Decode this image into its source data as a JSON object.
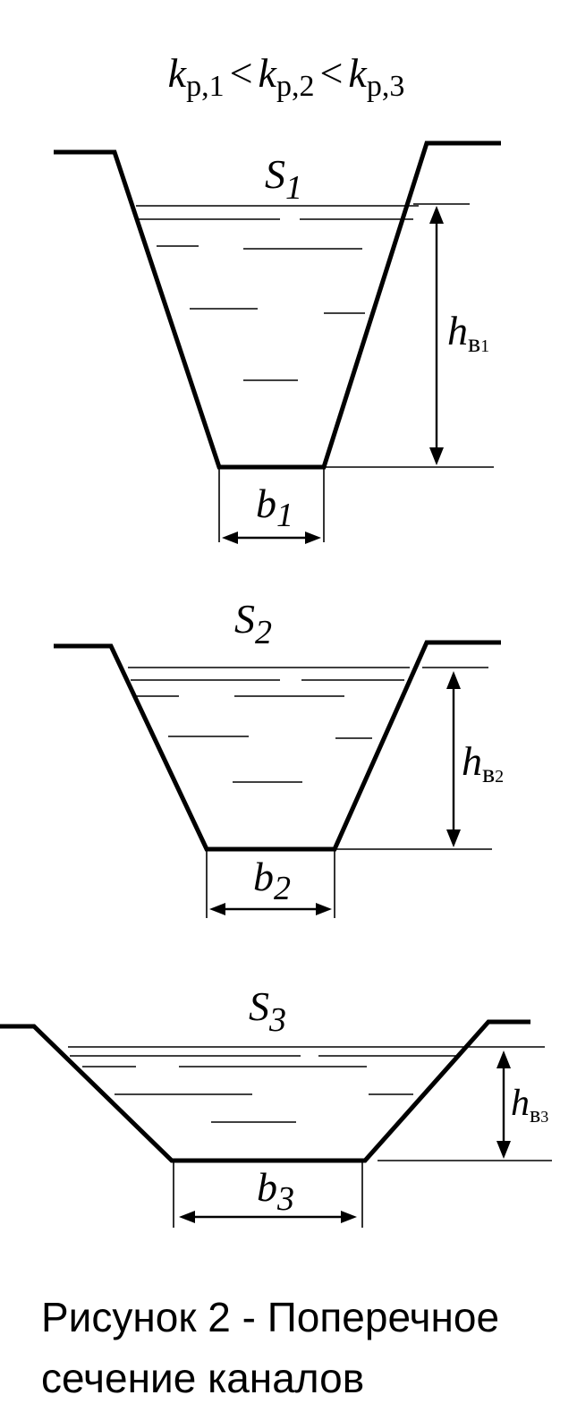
{
  "formula": {
    "k": "k",
    "sub1": "р,1",
    "sub2": "р,2",
    "sub3": "р,3",
    "lt": "<"
  },
  "channels": [
    {
      "area": "S",
      "area_sub": "1",
      "bottom": "b",
      "bottom_sub": "1",
      "depth": "h",
      "depth_sub": "в",
      "depth_num": "1"
    },
    {
      "area": "S",
      "area_sub": "2",
      "bottom": "b",
      "bottom_sub": "2",
      "depth": "h",
      "depth_sub": "в",
      "depth_num": "2"
    },
    {
      "area": "S",
      "area_sub": "3",
      "bottom": "b",
      "bottom_sub": "3",
      "depth": "h",
      "depth_sub": "в",
      "depth_num": "3"
    }
  ],
  "caption": {
    "line1": "Рисунок 2 - Поперечное",
    "line2": "сечение каналов"
  }
}
